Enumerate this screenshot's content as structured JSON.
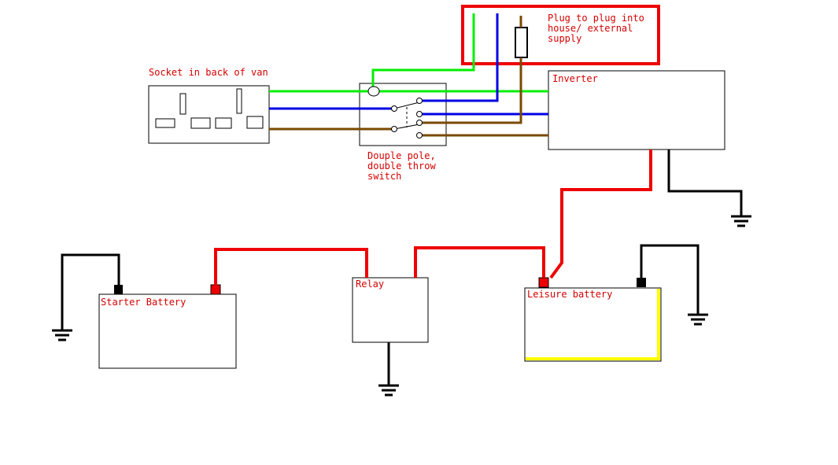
{
  "plug": {
    "label_lines": [
      "Plug to plug into",
      "house/ external",
      "supply"
    ]
  },
  "socket": {
    "label": "Socket in back of van"
  },
  "switch": {
    "label_lines": [
      "Douple pole,",
      "double throw",
      "switch"
    ]
  },
  "inverter": {
    "label": "Inverter"
  },
  "relay": {
    "label": "Relay"
  },
  "starter_battery": {
    "label": "Starter Battery"
  },
  "leisure_battery": {
    "label": "Leisure battery"
  },
  "colors": {
    "earth": "#00ee00",
    "neutral": "#0000e6",
    "live": "#7a4a00",
    "dc_positive": "#ee0000",
    "dc_negative": "#000000",
    "plug_highlight": "#ee0000",
    "leisure_highlight": "#ffff00",
    "label_text": "#d40000"
  }
}
